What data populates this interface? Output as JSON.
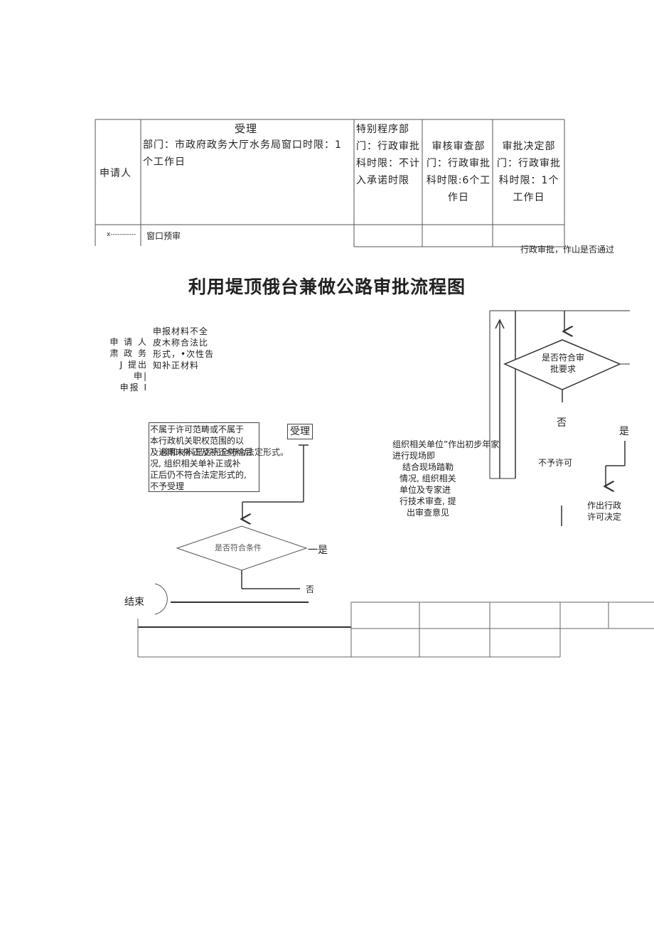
{
  "table": {
    "applicant_label": "申请人",
    "accept_title": "受理",
    "accept_body": "部门：市政府政务大厅水务局窗口时限：1个工作日",
    "special_body": "特别程序部门：行政审批科时限：不计入承诺时限",
    "review_body": "审核审查部门：行政审批科时限:6个工作日",
    "decision_body": "审批决定部门：行政审批科时限：1个工作日",
    "row2_left": "x-----------",
    "row2_mid": "窗口预审"
  },
  "note_right": "行政审批，作山是否通过",
  "title": "利用堤顶俄台兼做公路审批流程图",
  "flow": {
    "applicant_lines": [
      "申 请 人",
      "肃 政 务",
      "J 提出申|",
      "申报 I"
    ],
    "incomplete_lines": [
      "申报材料不全",
      "皮木称合法比",
      "形式，•次性告",
      "知补正材料"
    ],
    "reject_box_lines": [
      "不属于许可范畴或不属于",
      "本行政机关职权范围的以",
      "及逾期未补正及补正材料后",
      "况, 组织相关单补正或补",
      "正后仍不符合法定形式的,",
      "不予受理"
    ],
    "overlap_text": "検和材料是否完全符合法定形式。",
    "accept_label": "受理",
    "diamond1_text": "是否符合条件",
    "yes1": "一是",
    "no1": "否",
    "end_label": "结束",
    "organize_lines": [
      "组织相关单位”作出初步年家",
      "进行现场即",
      "结合现场踏勒",
      "情况, 组织相关",
      "单位及专家进",
      "行技术审查, 提",
      "出审查意见"
    ],
    "diamond2_lines": [
      "是否符合审",
      "批要求"
    ],
    "no2": "否",
    "yes2": "是",
    "not_permit": "不予许可",
    "decision_lines": [
      "作出行政",
      "许可决定"
    ]
  }
}
